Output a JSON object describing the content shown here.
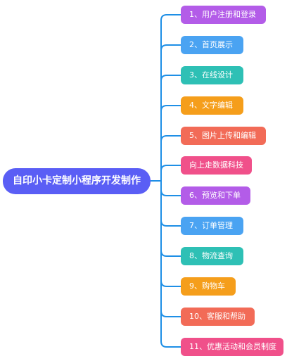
{
  "root": {
    "label": "自印小卡定制小程序开发制作",
    "color": "#5a5ef5"
  },
  "connector_color": "#1e8fe6",
  "branches": [
    {
      "label": "1、用户注册和登录",
      "color": "#b35ce8"
    },
    {
      "label": "2、首页展示",
      "color": "#4aa3f2"
    },
    {
      "label": "3、在线设计",
      "color": "#2ec0b5"
    },
    {
      "label": "4、文字编辑",
      "color": "#f59e1b"
    },
    {
      "label": "5、图片上传和编辑",
      "color": "#f26b57"
    },
    {
      "label": "向上走数据科技",
      "color": "#f0508a"
    },
    {
      "label": "6、预览和下单",
      "color": "#b35ce8"
    },
    {
      "label": "7、订单管理",
      "color": "#4aa3f2"
    },
    {
      "label": "8、物流查询",
      "color": "#2ec0b5"
    },
    {
      "label": "9、购物车",
      "color": "#f59e1b"
    },
    {
      "label": "10、客服和帮助",
      "color": "#f26b57"
    },
    {
      "label": "11、优惠活动和会员制度",
      "color": "#f0508a"
    }
  ]
}
